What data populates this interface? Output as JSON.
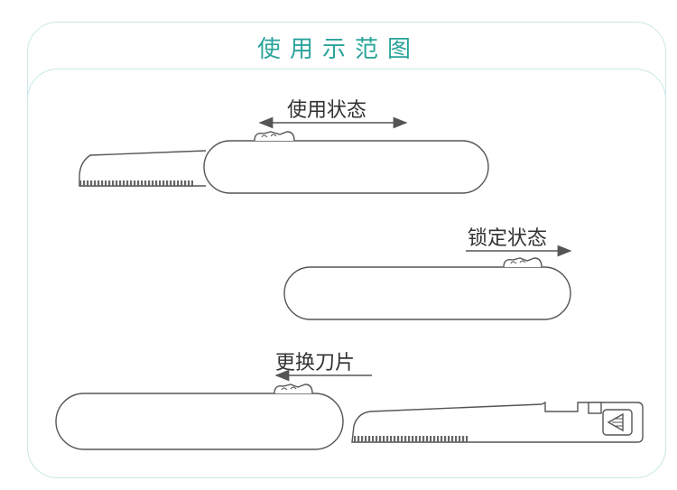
{
  "header": {
    "title": "使用示范图"
  },
  "steps": [
    {
      "label": "使用状态"
    },
    {
      "label": "锁定状态"
    },
    {
      "label": "更换刀片"
    }
  ]
}
